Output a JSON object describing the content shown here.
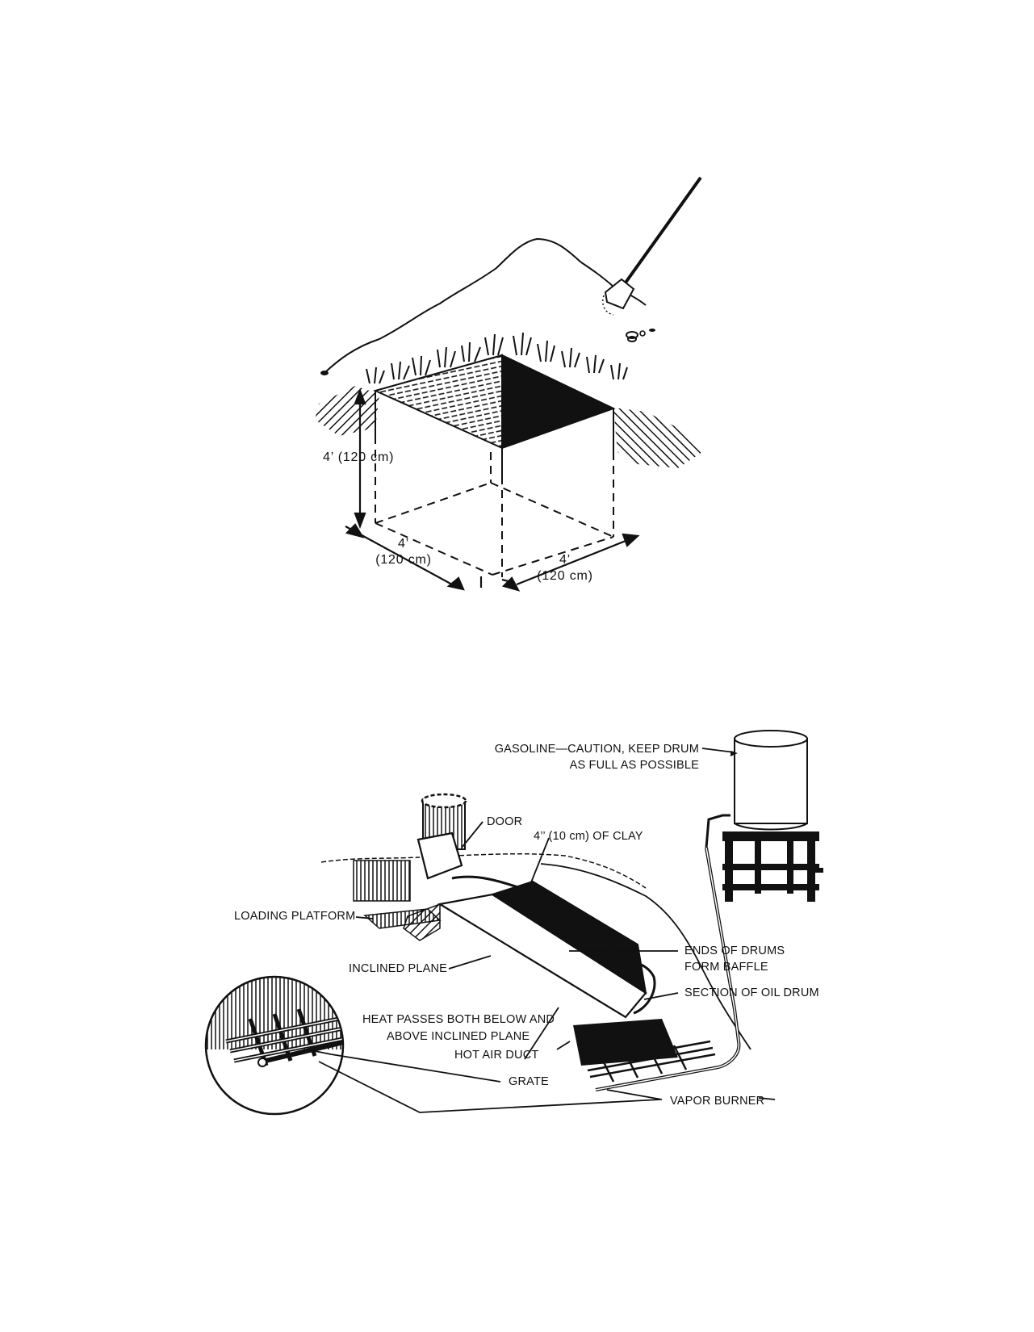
{
  "pit_figure": {
    "height_dim": "4’ (120 cm)",
    "width_dim_1": "4’",
    "width_dim_1_metric": "(120 cm)",
    "width_dim_2": "4’",
    "width_dim_2_metric": "(120 cm)"
  },
  "incinerator_figure": {
    "gasoline_line1": "GASOLINE—CAUTION, KEEP DRUM",
    "gasoline_line2": "AS FULL AS POSSIBLE",
    "door": "DOOR",
    "clay": "4’’ (10 cm) OF CLAY",
    "loading_platform": "LOADING PLATFORM",
    "ends_of_drums_line1": "ENDS OF DRUMS",
    "ends_of_drums_line2": "FORM BAFFLE",
    "inclined_plane": "INCLINED PLANE",
    "section_of_oil_drum": "SECTION OF OIL DRUM",
    "heat_passes_line1": "HEAT PASSES BOTH BELOW AND",
    "heat_passes_line2": "ABOVE INCLINED PLANE",
    "hot_air_duct": "HOT AIR DUCT",
    "grate": "GRATE",
    "vapor_burner": "VAPOR BURNER"
  }
}
